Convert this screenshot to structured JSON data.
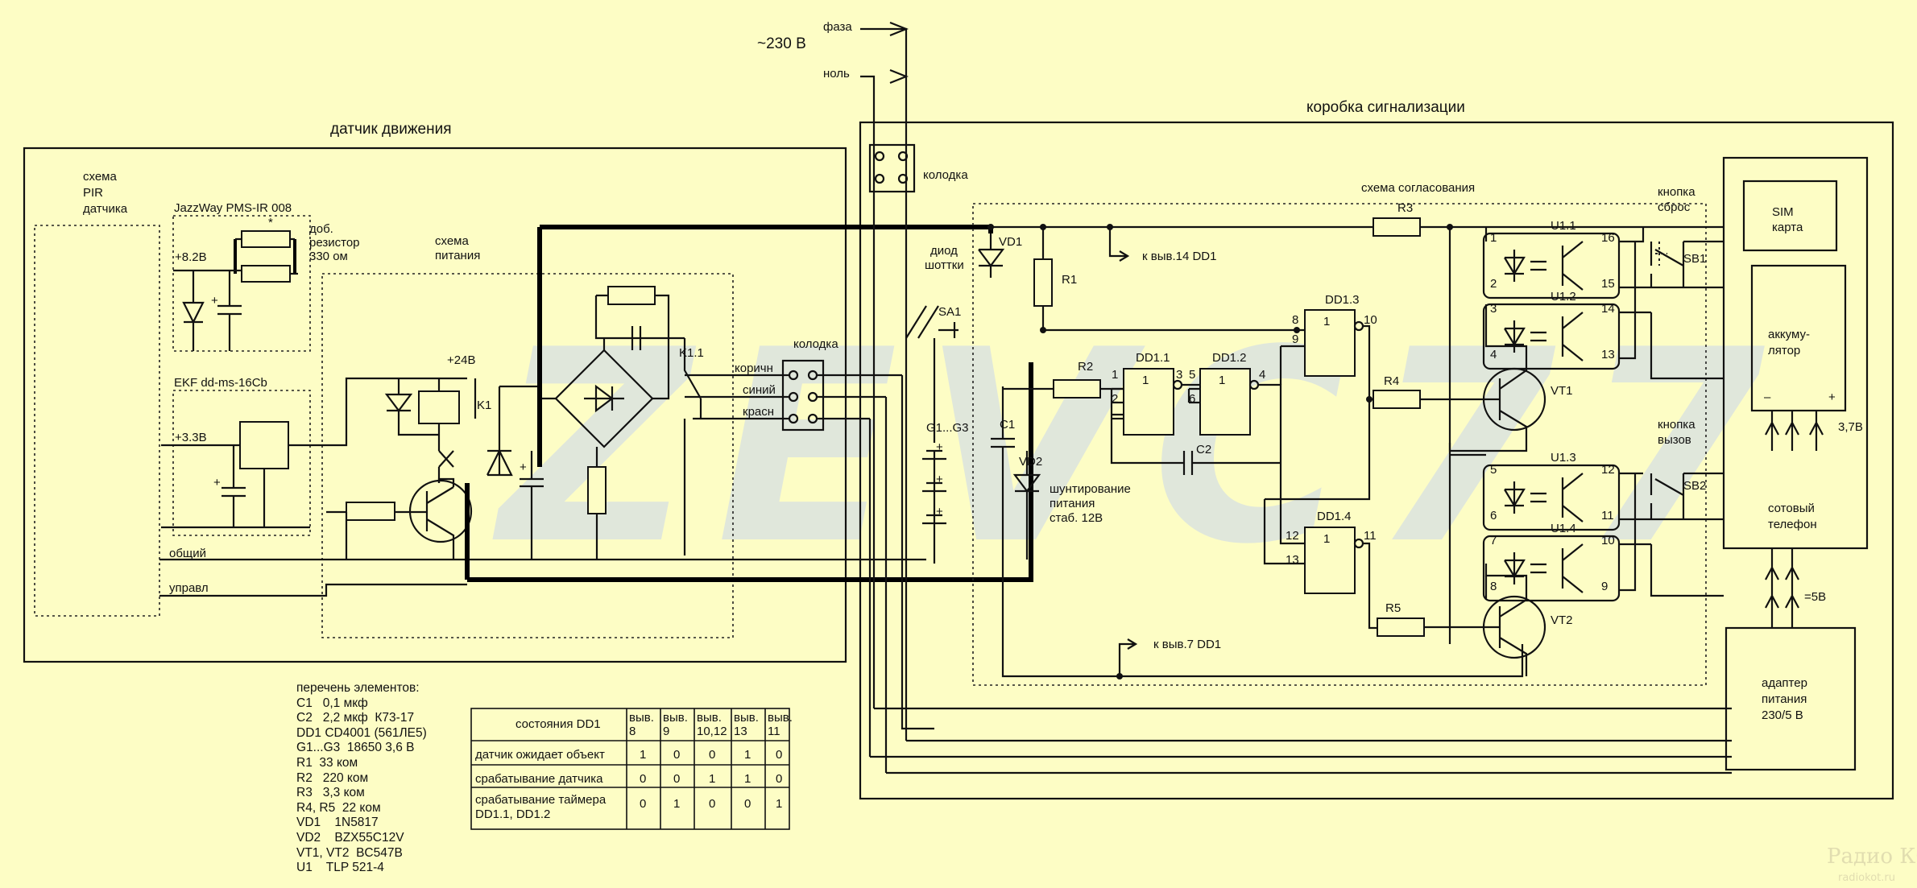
{
  "labels": {
    "motion_sensor": "датчик движения",
    "alarm_box": "коробка сигнализации",
    "pir_scheme": [
      "схема",
      "PIR",
      "датчика"
    ],
    "pir_model": "JazzWay PMS-IR 008",
    "asterisk": "*",
    "add_resistor": [
      "доб.",
      "резистор",
      "330 ом"
    ],
    "v82": "+8.2В",
    "power_scheme": [
      "схема",
      "питания"
    ],
    "v24": "+24В",
    "k1": "K1",
    "k11": "K1.1",
    "ekf_model": "EKF dd-ms-16Cb",
    "v33": "+3.3В",
    "common": "общий",
    "control": "управл",
    "terminal_block": "колодка",
    "wire_brown": "коричн",
    "wire_blue": "синий",
    "wire_red": "красн",
    "mains": "~230 В",
    "phase": "фаза",
    "neutral": "ноль",
    "matching_scheme": "схема согласования",
    "schottky": [
      "диод",
      "шоттки"
    ],
    "vd1": "VD1",
    "sa1": "SA1",
    "batteries": "G1...G3",
    "c1": "C1",
    "vd2": "VD2",
    "r1": "R1",
    "r2": "R2",
    "r3": "R3",
    "r4": "R4",
    "r5": "R5",
    "c2": "C2",
    "to_pin14": "к выв.14  DD1",
    "to_pin7": "к выв.7  DD1",
    "shunt": [
      "шунтирование",
      "питания",
      "стаб. 12В"
    ],
    "dd11": "DD1.1",
    "dd12": "DD1.2",
    "dd13": "DD1.3",
    "dd14": "DD1.4",
    "gate_one": "1",
    "u11": "U1.1",
    "u12": "U1.2",
    "u13": "U1.3",
    "u14": "U1.4",
    "vt1": "VT1",
    "vt2": "VT2",
    "reset_button": [
      "кнопка",
      "сброс"
    ],
    "call_button": [
      "кнопка",
      "вызов"
    ],
    "sb1": "SB1",
    "sb2": "SB2",
    "sim": [
      "SIM",
      "карта"
    ],
    "battery": [
      "аккуму-",
      "лятор"
    ],
    "minus": "–",
    "plus": "+",
    "v37": "3,7В",
    "phone": [
      "сотовый",
      "телефон"
    ],
    "v5": "=5В",
    "adapter": [
      "адаптер",
      "питания",
      "230/5 В"
    ],
    "watermark_logo": "ZEVC77",
    "watermark_site": "radiokot.ru",
    "watermark_sign": "Радио КОТ"
  },
  "dd_pins": {
    "p1": "1",
    "p2": "2",
    "p3": "3",
    "p4": "4",
    "p5": "5",
    "p6": "6",
    "p8": "8",
    "p9": "9",
    "p10": "10",
    "p11": "11",
    "p12": "12",
    "p13": "13"
  },
  "u_pins": {
    "p1": "1",
    "p2": "2",
    "p3": "3",
    "p4": "4",
    "p5": "5",
    "p6": "6",
    "p7": "7",
    "p8": "8",
    "p9": "9",
    "p10": "10",
    "p11": "11",
    "p12": "12",
    "p13": "13",
    "p14": "14",
    "p15": "15",
    "p16": "16"
  },
  "parts_list": {
    "title": "перечень элементов:",
    "items": [
      "C1   0,1 мкф",
      "C2   2,2 мкф  К73-17",
      "DD1 CD4001 (561ЛЕ5)",
      "G1...G3  18650 3,6 В",
      "R1  33 ком",
      "R2   220 ком",
      "R3   3,3 ком",
      "R4, R5  22 ком",
      "VD1    1N5817",
      "VD2    BZX55C12V",
      "VT1, VT2  BC547B",
      "U1    TLP 521-4"
    ]
  },
  "states_table": {
    "title": "состояния DD1",
    "columns": [
      "выв. 8",
      "выв. 9",
      "выв. 10,12",
      "выв. 13",
      "выв. 11"
    ],
    "rows": [
      {
        "label": [
          "датчик ожидает объект"
        ],
        "values": [
          "1",
          "0",
          "0",
          "1",
          "0"
        ]
      },
      {
        "label": [
          "срабатывание датчика"
        ],
        "values": [
          "0",
          "0",
          "1",
          "1",
          "0"
        ]
      },
      {
        "label": [
          "срабатывание таймера",
          "DD1.1, DD1.2"
        ],
        "values": [
          "0",
          "1",
          "0",
          "0",
          "1"
        ]
      }
    ]
  }
}
